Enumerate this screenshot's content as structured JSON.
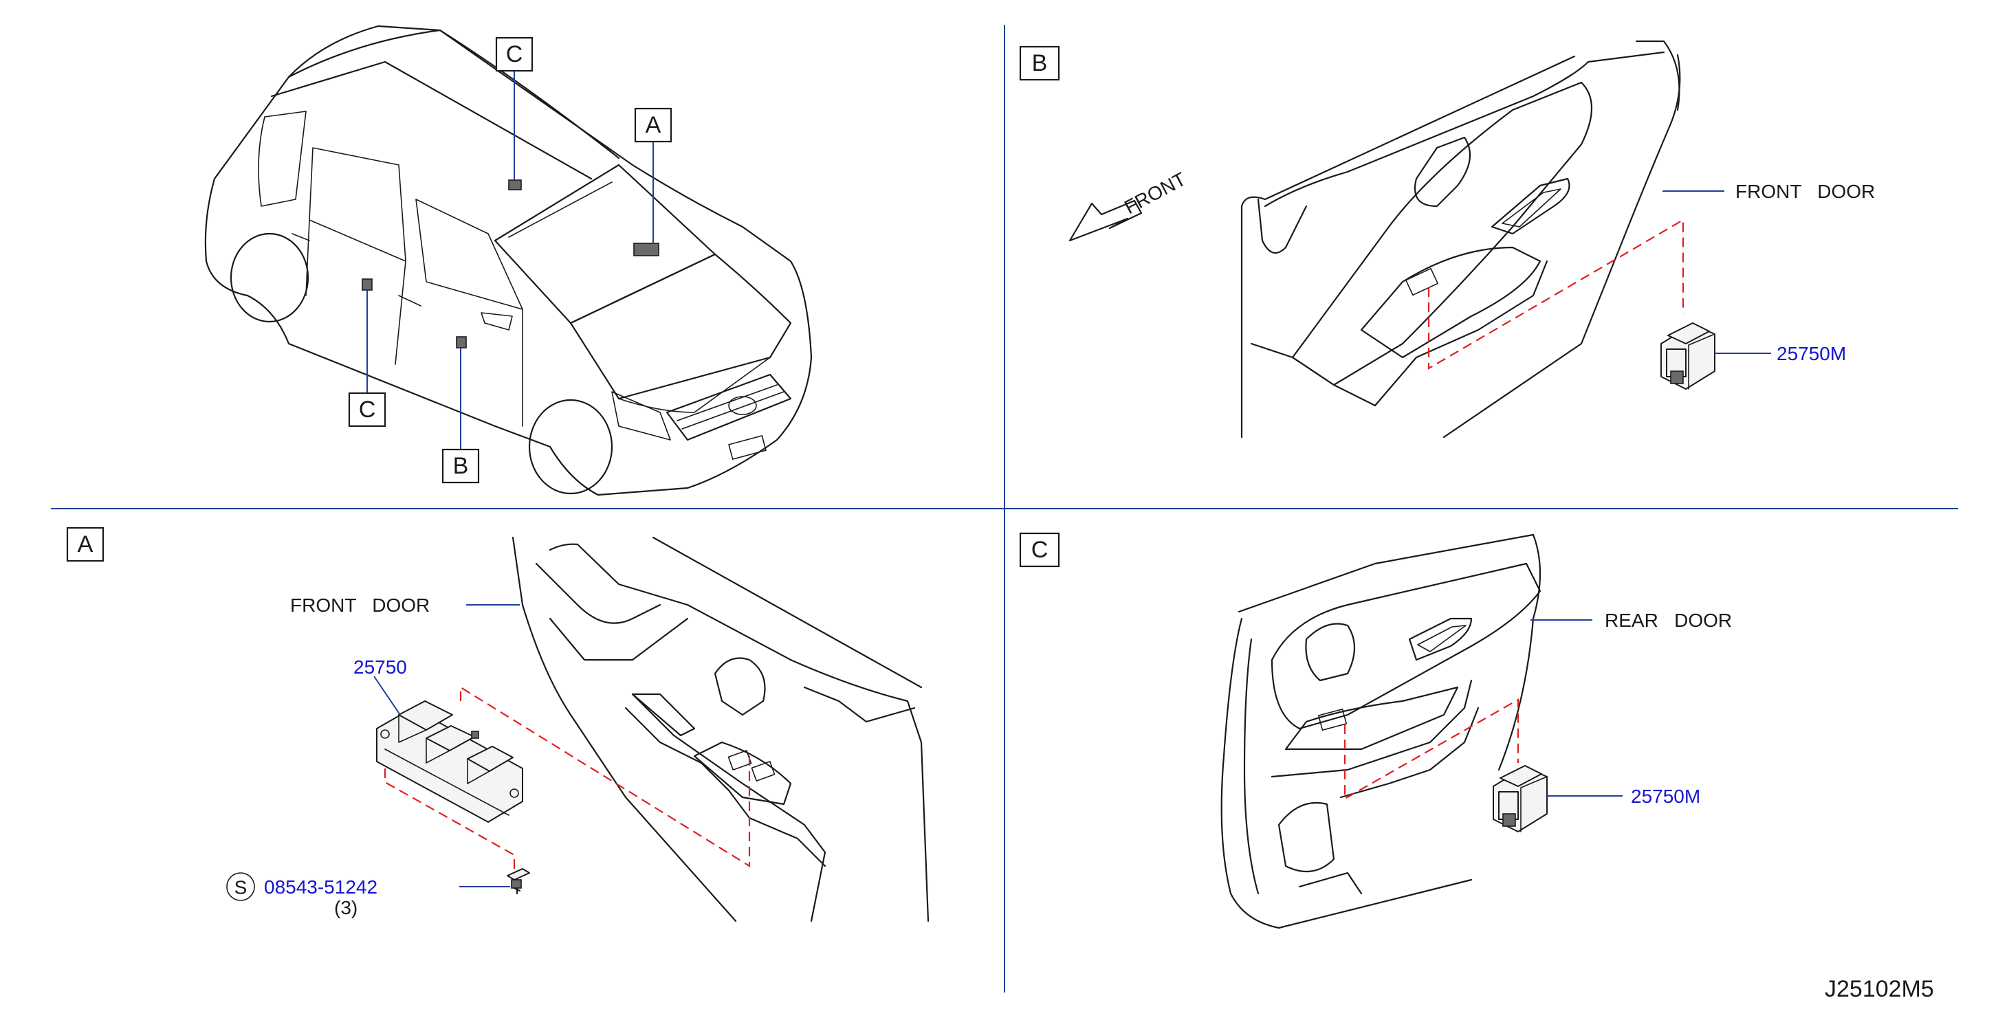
{
  "overview": {
    "callouts": [
      "C",
      "A",
      "C",
      "B"
    ]
  },
  "section_b": {
    "label": "B",
    "direction_text": "FRONT",
    "door_text": "FRONT   DOOR",
    "part_number": "25750M"
  },
  "section_a": {
    "label": "A",
    "door_text": "FRONT   DOOR",
    "part_number": "25750",
    "screw_symbol": "S",
    "screw_part_number": "08543-51242",
    "screw_qty": "(3)"
  },
  "section_c": {
    "label": "C",
    "door_text": "REAR   DOOR",
    "part_number": "25750M"
  },
  "diagram_code": "J25102M5",
  "colors": {
    "divider": "#1f3f9a",
    "part_number": "#1515d0",
    "dashed_guide": "#e02020"
  }
}
